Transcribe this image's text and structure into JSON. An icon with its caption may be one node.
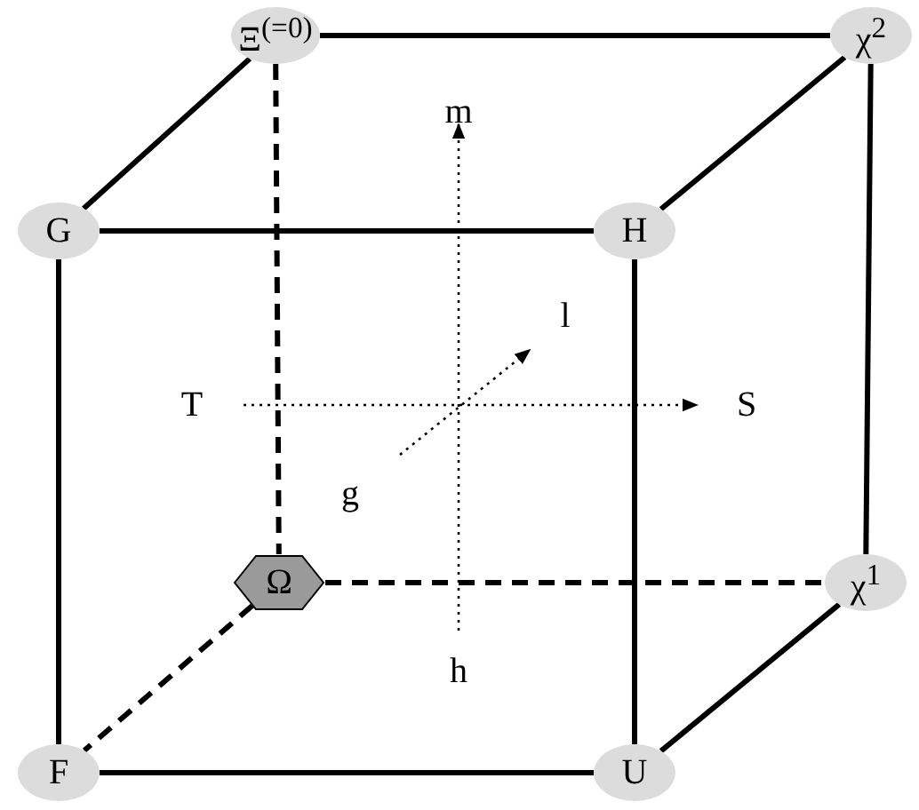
{
  "diagram": {
    "nodes": [
      {
        "text": [
          "Ξ$^{(=0)}$"
        ]
      },
      {
        "text": [
          "χ$^{2}$"
        ]
      },
      {
        "text": [
          "G"
        ]
      },
      {
        "text": [
          "H"
        ]
      },
      {
        "text": [
          "Ω"
        ]
      },
      {
        "text": [
          "χ$^{1}$"
        ]
      },
      {
        "text": [
          "F"
        ]
      },
      {
        "text": [
          "U"
        ]
      }
    ],
    "edges": [
      {
        "from": 0,
        "to": 1,
        "arrow": "none"
      },
      {
        "from": 0,
        "to": 2,
        "arrow": "none"
      },
      {
        "from": 0,
        "to": 4,
        "arrow": "none",
        "style": "dashed"
      },
      {
        "from": 1,
        "to": 3,
        "arrow": "none"
      },
      {
        "from": 1,
        "to": 5,
        "arrow": "none"
      },
      {
        "from": 2,
        "to": 3,
        "arrow": "none"
      },
      {
        "from": 2,
        "to": 6,
        "arrow": "none"
      },
      {
        "from": 3,
        "to": 7,
        "arrow": "none"
      },
      {
        "from": 4,
        "to": 5,
        "arrow": "none",
        "style": "dashed"
      },
      {
        "from": 4,
        "to": 6,
        "arrow": "none",
        "style": "dashed"
      },
      {
        "from": 5,
        "to": 7,
        "arrow": "none"
      },
      {
        "from": 6,
        "to": 7,
        "arrow": "none"
      }
    ],
    "labels": [
      "m",
      "l",
      "T",
      "S",
      "g",
      "h"
    ]
  }
}
